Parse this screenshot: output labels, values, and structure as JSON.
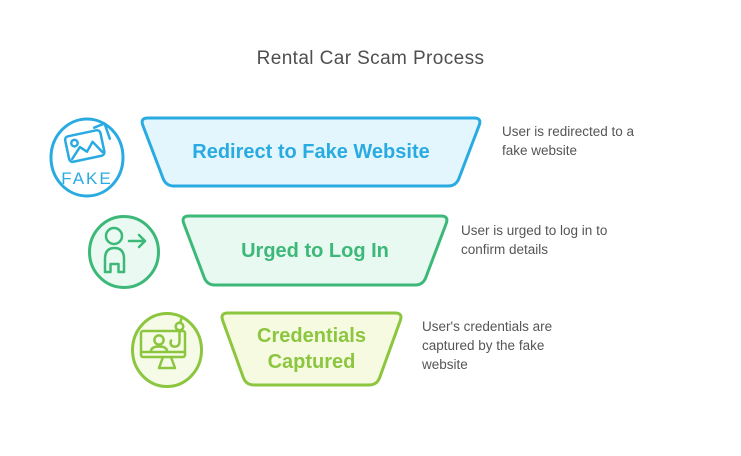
{
  "title": "Rental Car Scam Process",
  "title_color": "#4f4f4f",
  "description_color": "#555555",
  "stages": [
    {
      "label": "Redirect to Fake Website",
      "description": "User is redirected to a fake website",
      "icon": "fake-photo-badge-icon",
      "badge_text": "FAKE",
      "accent_color": "#29abe2",
      "fill_color": "#e4f6fd"
    },
    {
      "label": "Urged to Log In",
      "description": "User is urged to log in to confirm details",
      "icon": "user-redirect-icon",
      "accent_color": "#3cb878",
      "fill_color": "#e7f9f0"
    },
    {
      "label": "Credentials Captured",
      "description": "User's credentials are captured by the fake website",
      "icon": "phishing-monitor-icon",
      "accent_color": "#8cc63f",
      "fill_color": "#f5fae1"
    }
  ]
}
